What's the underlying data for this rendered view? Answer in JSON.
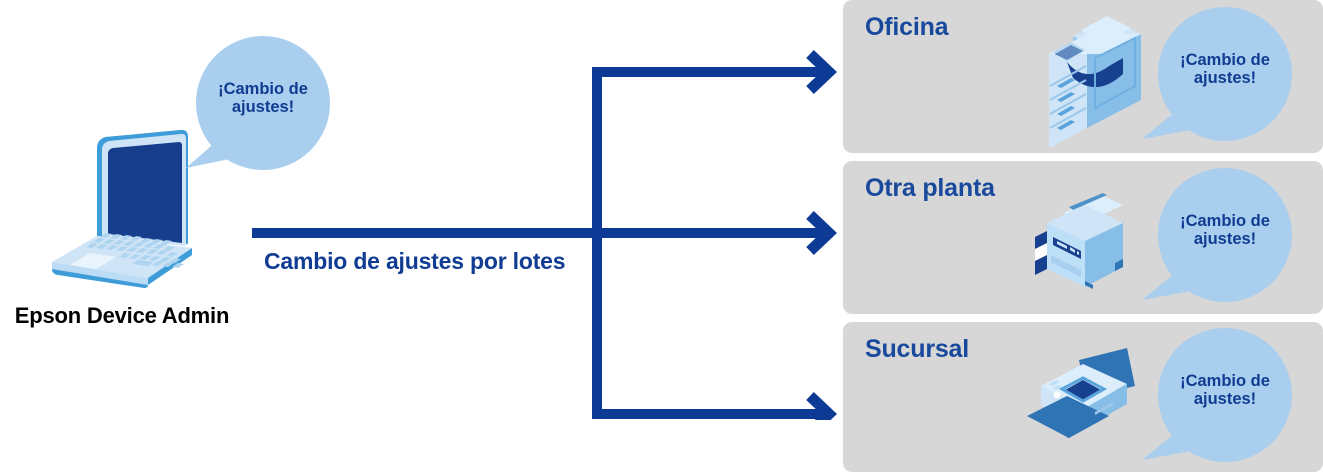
{
  "colors": {
    "arrow_blue": "#0C3A94",
    "text_blue": "#103C92",
    "title_blue": "#18499C",
    "bubble_blue": "#A9CEEE",
    "panel_gray": "#D7D7D7",
    "device_light": "#CFE5F7",
    "device_mid": "#9CC7EA",
    "device_dark": "#2F74B5",
    "device_navy": "#17418F",
    "label_black": "#000000"
  },
  "source": {
    "label": "Epson Device Admin",
    "icon": "laptop-icon",
    "bubble_text": "¡Cambio de\najustes!"
  },
  "flow": {
    "trunk_label": "Cambio de ajustes por lotes",
    "branch_count": 3,
    "arrow_icon": "arrow-right-icon"
  },
  "destinations": [
    {
      "title": "Oficina",
      "icon": "multifunction-copier-icon",
      "bubble_text": "¡Cambio de\najustes!"
    },
    {
      "title": "Otra planta",
      "icon": "office-printer-icon",
      "bubble_text": "¡Cambio de\najustes!"
    },
    {
      "title": "Sucursal",
      "icon": "inkjet-printer-icon",
      "bubble_text": "¡Cambio de\najustes!"
    }
  ]
}
